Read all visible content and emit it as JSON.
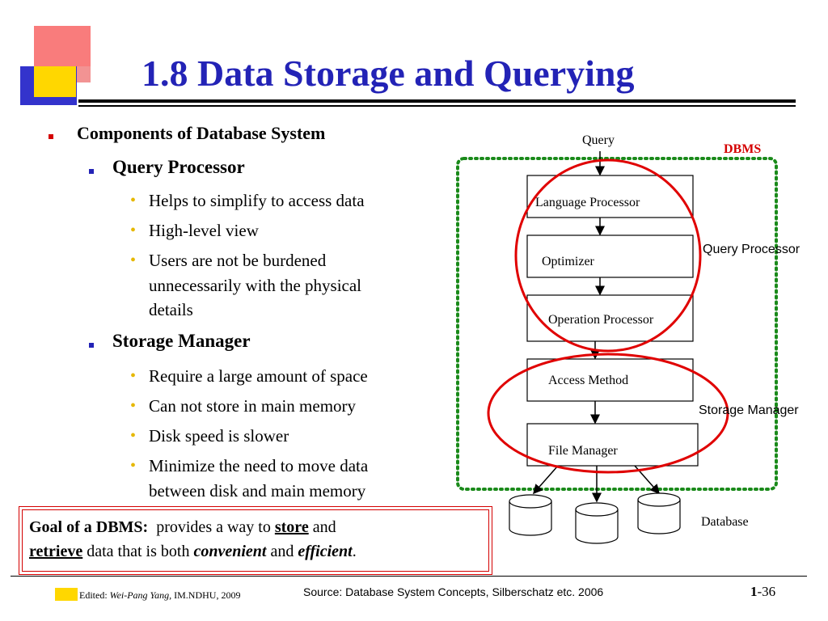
{
  "slide": {
    "title": "1.8 Data Storage and Querying",
    "bullets": {
      "l1": "Components of Database System",
      "qp_heading": "Query Processor",
      "qp_points": [
        "Helps to simplify to access data",
        "High-level view",
        "Users are not be burdened",
        "unnecessarily with the physical",
        "details"
      ],
      "sm_heading": "Storage Manager",
      "sm_points": [
        "Require a large amount of space",
        "Can not store in main memory",
        "Disk speed is slower",
        "Minimize the need to move data",
        "between disk and main memory"
      ]
    },
    "diagram": {
      "query": "Query",
      "dbms": "DBMS",
      "boxes": [
        "Language Processor",
        "Optimizer",
        "Operation Processor",
        "Access Method",
        "File Manager"
      ],
      "query_processor_label": "Query Processor",
      "storage_manager_label": "Storage Manager",
      "database": "Database"
    },
    "goal": {
      "lead": "Goal of a DBMS:",
      "t1": "provides a way to",
      "store": "store",
      "t2": "and",
      "retrieve": "retrieve",
      "t3": "data that is both",
      "convenient": "convenient",
      "t4": "and",
      "efficient": "efficient",
      "t5": "."
    },
    "footer": {
      "edited_label": "Edited:",
      "editor": "Wei-Pang Yang,",
      "org": "IM.NDHU, 2009",
      "source": "Source: Database System Concepts, Silberschatz etc. 2006",
      "page_chapter": "1",
      "page_number": "-36"
    },
    "colors": {
      "title": "#2323b6",
      "accent_red": "#d40000",
      "bullet_gold": "#e6b800",
      "dbms_dots": "#1a8a1a"
    }
  }
}
